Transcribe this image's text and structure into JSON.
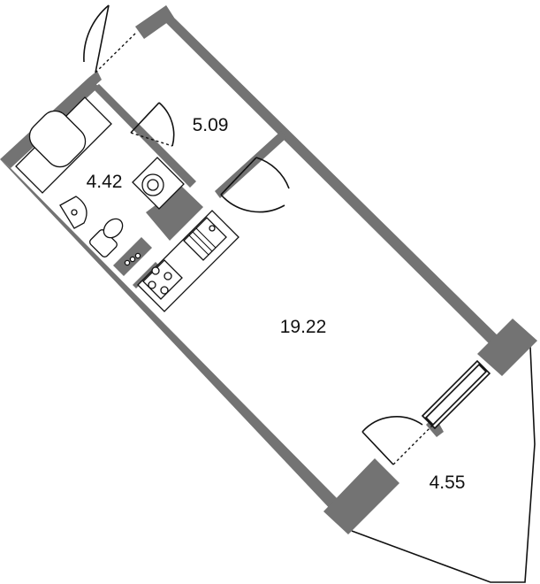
{
  "rooms": {
    "hallway": {
      "area": "5.09"
    },
    "bathroom": {
      "area": "4.42"
    },
    "living_room": {
      "area": "19.22"
    },
    "balcony": {
      "area": "4.55"
    }
  },
  "colors": {
    "wall": "#737373",
    "line": "#111111",
    "background": "#ffffff"
  },
  "icons": [
    "door-swing-icon",
    "bathtub-icon",
    "washing-machine-icon",
    "sink-icon",
    "toilet-icon",
    "kitchen-sink-icon",
    "cooktop-icon",
    "ventilation-icon",
    "window-icon"
  ]
}
